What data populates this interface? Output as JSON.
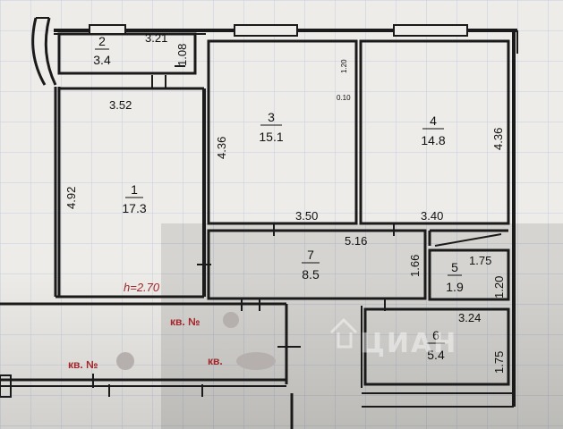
{
  "plan": {
    "height_label": "h=2.70",
    "rooms": [
      {
        "id": "1",
        "area": "17.3"
      },
      {
        "id": "2",
        "area": "3.4"
      },
      {
        "id": "3",
        "area": "15.1"
      },
      {
        "id": "4",
        "area": "14.8"
      },
      {
        "id": "5",
        "area": "1.9"
      },
      {
        "id": "6",
        "area": "5.4"
      },
      {
        "id": "7",
        "area": "8.5"
      }
    ],
    "dimensions": {
      "r2_w": "3.21",
      "r2_h": "1.08",
      "r1_w": "3.52",
      "r1_h": "4.92",
      "r3_h": "4.36",
      "r3_w": "3.50",
      "r4_h": "4.36",
      "r4_w": "3.40",
      "r3_door": "1.20",
      "r3_door2": "0.10",
      "r7_w": "5.16",
      "r7_h": "1.66",
      "r5_w": "1.75",
      "r5_h": "1.20",
      "r6_w": "3.24",
      "r6_h": "1.75"
    },
    "neighbors": [
      "кв. №",
      "кв. №",
      "кв."
    ],
    "watermark": "ЦИАН"
  },
  "colors": {
    "wall": "#1a1a1a",
    "paper": "#eeece8",
    "grid": "#c4cde0",
    "stamp": "#a3262a"
  }
}
